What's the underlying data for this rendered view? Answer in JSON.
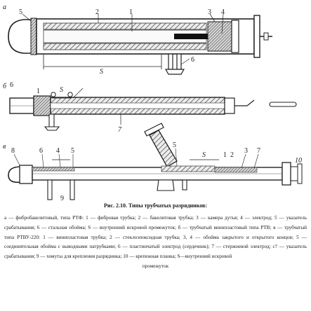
{
  "figure": {
    "panel_a": {
      "panel_label": "а",
      "labels": [
        "5",
        "2",
        "1",
        "3",
        "4",
        "6",
        "S"
      ]
    },
    "panel_b": {
      "panel_label": "б",
      "labels": [
        "1",
        "S",
        "6",
        "7"
      ]
    },
    "panel_c": {
      "panel_label": "в",
      "labels": [
        "8",
        "6",
        "4",
        "5",
        "9",
        "5",
        "S",
        "1",
        "2",
        "3",
        "7",
        "10"
      ]
    }
  },
  "caption": {
    "title": "Рис. 2.10. Типы трубчатых разрядников:",
    "body": "а — фибробакелитовый, типа РТФ: 1 — фибровая трубка; 2 — бакелитовая трубка; 3 — камера дутья; 4 — электрод; 5 — указатель срабатывания; 6 — стальная обойма; S — внутренний искровой промежуток; б — трубчатый винипластовый типа РТВ; в — трубчатый типа РТВУ-220: 1 — винипластовая трубка; 2 — стеклоэпоксидная трубка; 3, 4 — обойма закрытого и открытого концов; 5 — соединительная обойма с выводными патрубками; 6 — пластинчатый электрод (сердечник); 7 — стержневой электрод; с? — указатель срабатывания; 9 — хомуты для крепления разрядника; 10 — крепежная планка; S—внутренний искровой",
    "tail": "промежуток"
  }
}
